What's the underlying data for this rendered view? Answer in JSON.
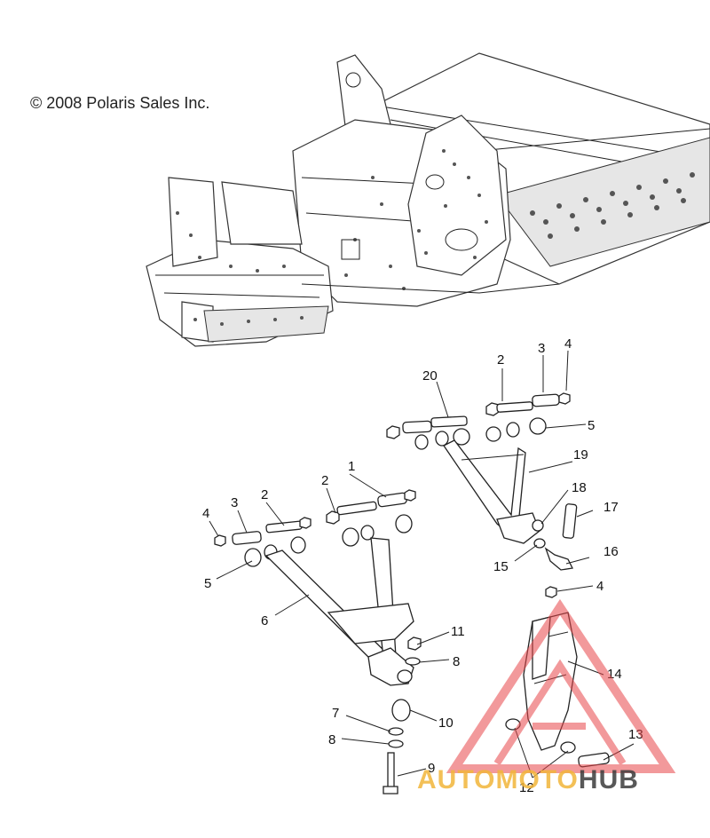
{
  "copyright": "© 2008 Polaris Sales Inc.",
  "callouts": [
    "1",
    "2",
    "3",
    "4",
    "5",
    "6",
    "7",
    "8",
    "9",
    "10",
    "11",
    "12",
    "13",
    "14",
    "15",
    "16",
    "17",
    "18",
    "19",
    "20"
  ],
  "watermark": {
    "part1": "AUTOMOTO",
    "part2": "HUB",
    "accent": "#f2b63a",
    "triangle": "#e8474a"
  }
}
